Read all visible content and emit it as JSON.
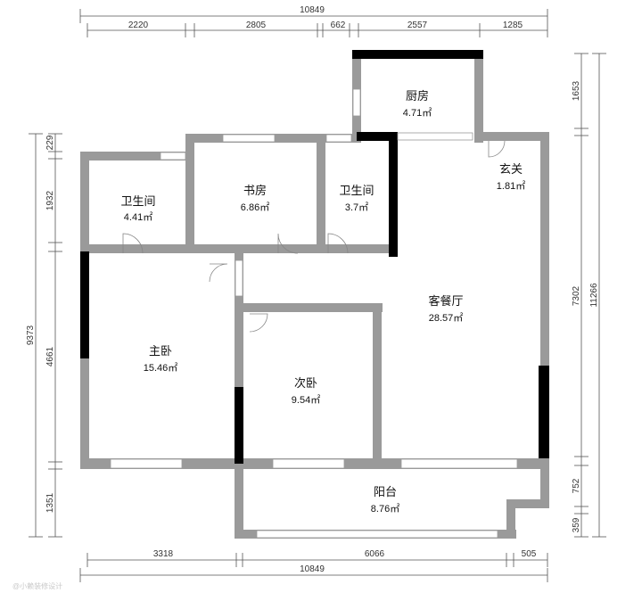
{
  "colors": {
    "wall": "#9a9a9a",
    "wall_dark": "#000000",
    "dim_line": "#555555",
    "text": "#111111"
  },
  "dimensions": {
    "top_total": "10849",
    "top_segments": [
      "2220",
      "2805",
      "662",
      "2557",
      "1285"
    ],
    "bottom_total": "10849",
    "bottom_segments": [
      "3318",
      "6066",
      "505"
    ],
    "left_total": "9373",
    "left_segments": [
      "229",
      "1932",
      "4661",
      "1351"
    ],
    "right_total": "11266",
    "right_segments": [
      "1653",
      "7302",
      "752",
      "359"
    ]
  },
  "rooms": [
    {
      "name": "厨房",
      "area": "4.71㎡"
    },
    {
      "name": "玄关",
      "area": "1.81㎡"
    },
    {
      "name": "卫生间",
      "area": "4.41㎡"
    },
    {
      "name": "书房",
      "area": "6.86㎡"
    },
    {
      "name": "卫生间",
      "area": "3.7㎡"
    },
    {
      "name": "客餐厅",
      "area": "28.57㎡"
    },
    {
      "name": "主卧",
      "area": "15.46㎡"
    },
    {
      "name": "次卧",
      "area": "9.54㎡"
    },
    {
      "name": "阳台",
      "area": "8.76㎡"
    }
  ],
  "watermark": "@小赖装修设计"
}
